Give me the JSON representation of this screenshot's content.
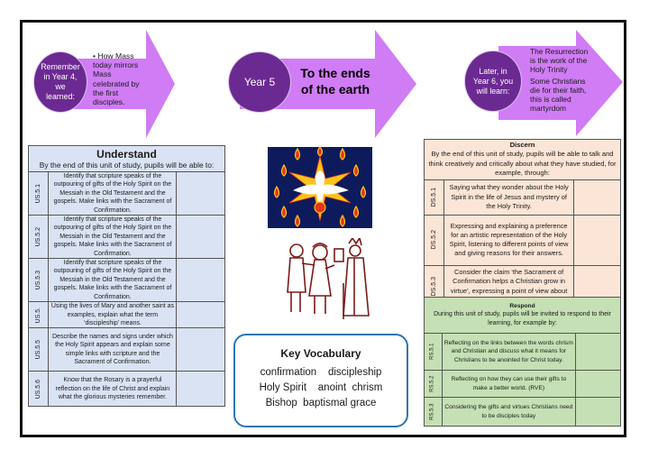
{
  "colors": {
    "arrow_fill": "#d07cf5",
    "circle_fill": "#6b2a91",
    "understand_bg": "#dae3f3",
    "discern_bg": "#fbe5d6",
    "respond_bg": "#c5e0b4",
    "vocab_border": "#2e75b6",
    "frame_border": "#111111"
  },
  "arrows": {
    "previous": {
      "circle_lines": [
        "Remember",
        "in Year 4,",
        "we",
        "learned:"
      ],
      "text": "• How Mass today mirrors Mass celebrated by the first disciples."
    },
    "current": {
      "circle_label": "Year 5",
      "title_lines": [
        "To the ends",
        "of the earth"
      ]
    },
    "next": {
      "circle_lines": [
        "Later, in",
        "Year 6, you",
        "will learn:"
      ],
      "text_1": "The  Resurrection is the work of the Holy Trinity",
      "text_2": "Some Christians die for their faith, this is called martyrdom"
    }
  },
  "understand": {
    "title": "Understand",
    "subtitle": "By the end of this unit of study, pupils will be able to:",
    "rows": [
      {
        "id": "US.5.1",
        "text": "Identify that scripture speaks of the outpouring of gifts of the Holy Spirit on the Messiah in the Old Testament and the gospels. Make links with the Sacrament of Confirmation."
      },
      {
        "id": "US.5.2",
        "text": "Identify that scripture speaks of the outpouring of gifts of the Holy Spirit on the Messiah in the Old Testament and the gospels. Make links with the Sacrament of Confirmation."
      },
      {
        "id": "US.5.3",
        "text": "Identify that scripture speaks of the outpouring of gifts of the Holy Spirit on the Messiah in the Old Testament and the gospels. Make links with the Sacrament of Confirmation."
      },
      {
        "id": "US.5.",
        "text": "Using the  lives of Mary and another saint as examples, explain what the term ‘discipleship’ means."
      },
      {
        "id": "US.5.5",
        "text": "Describe the names and signs under which the Holy Spirit appears and explain some simple links with scripture and the Sacrament of Confirmation."
      },
      {
        "id": "US.5.6",
        "text": "Know that the Rosary is a prayerful reflection on the life of Christ and explain what the glorious mysteries remember."
      }
    ]
  },
  "discern": {
    "title": "Discern",
    "subtitle": "By the end of this unit of study, pupils will be able to talk and think creatively and critically about what they have studied, for example, through:",
    "rows": [
      {
        "id": "DS.5.1",
        "text": "Saying what they wonder about the Holy Spirit in the life of Jesus and mystery of the Holy Trinity."
      },
      {
        "id": "DS.5.2",
        "text": "Expressing and explaining a preference for an artistic representation of the Holy Spirit, listening to different points of view and giving reasons for their answers."
      },
      {
        "id": "DS.5.3",
        "text": "Consider the claim ‘the Sacrament of Confirmation helps a Christian grow in virtue’, expressing a point of view about this statement."
      }
    ]
  },
  "respond": {
    "title": "Respond",
    "subtitle": "During this unit of study, pupils will be invited to respond to their learning, for example by:",
    "rows": [
      {
        "id": "RS.5.1",
        "text": "Reflecting on the links between the words chrism and Christian and discuss what it means for Christians to be anointed for Christ today."
      },
      {
        "id": "RS.5.2",
        "text": "Reflecting on how they can use their gifts to make a better world. (RVE)"
      },
      {
        "id": "RS.5.3",
        "text": "Considering the gifts and virtues Christians need to be disciples today"
      }
    ]
  },
  "vocabulary": {
    "title": "Key Vocabulary",
    "rows": [
      "confirmation    discipleship",
      "Holy Spirit    anoint  chrism",
      "Bishop  baptismal grace"
    ]
  },
  "images": {
    "holy_spirit": "holy-spirit-dove-with-flames",
    "confirmation": "bishop-confirmation-illustration"
  }
}
